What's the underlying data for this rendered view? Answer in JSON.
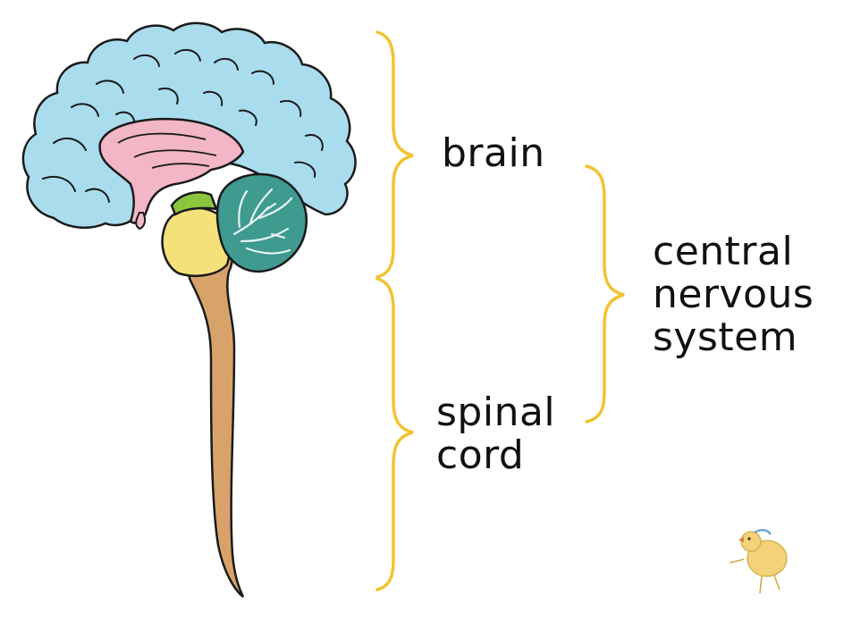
{
  "labels": {
    "brain": "brain",
    "spinal_cord": [
      "spinal",
      "cord"
    ],
    "central_nervous_system": [
      "central",
      "nervous",
      "system"
    ]
  },
  "colors": {
    "cerebrum": "#a9dced",
    "corpus": "#f2b6c6",
    "midbrain": "#8cc63f",
    "pons": "#f5e17a",
    "cerebellum": "#3f9a8f",
    "spinal_cord": "#d8a36a",
    "outline": "#1a1a1a",
    "bracket": "#f2c230",
    "mascot": "#f3d27a"
  },
  "icons": [
    "brain-illustration",
    "chick-mascot-icon"
  ]
}
